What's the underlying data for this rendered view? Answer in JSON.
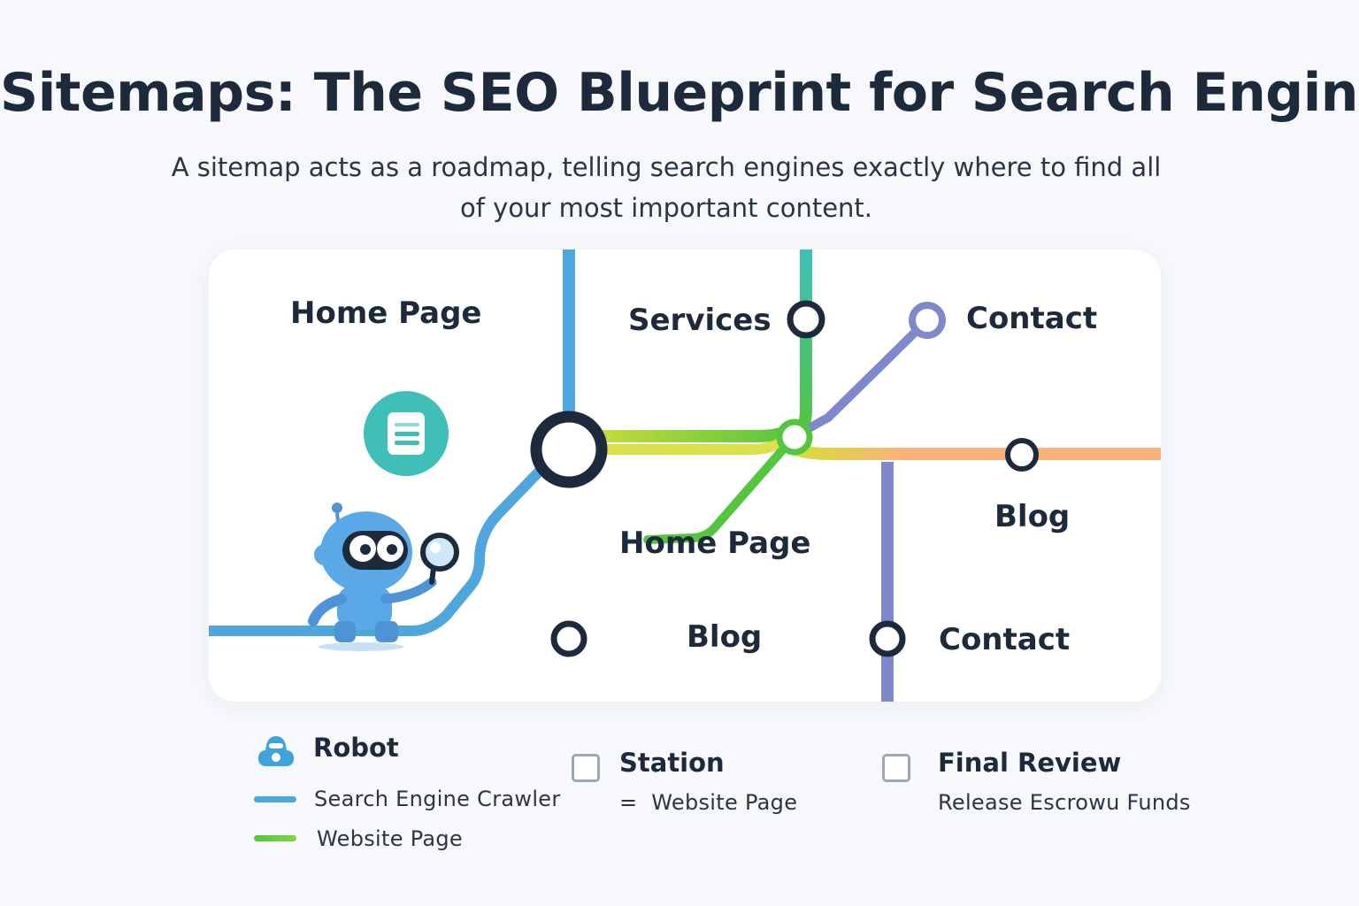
{
  "header": {
    "title": "Sitemaps: The SEO Blueprint for Search Engines",
    "subtitle": "A sitemap acts as a roadmap, telling search engines exactly where to find all of your most important content."
  },
  "map": {
    "labels": {
      "home_top": "Home Page",
      "services": "Services",
      "contact_top": "Contact",
      "home_mid": "Home Page",
      "blog_right": "Blog",
      "blog_bottom": "Blog",
      "contact_bottom": "Contact"
    },
    "icons": {
      "document": "document-icon",
      "robot": "robot-crawler-icon",
      "magnifier": "magnifying-glass-icon"
    },
    "line_colors": {
      "blue": "#4ea6dc",
      "teal": "#3fbfb7",
      "green": "#54c53f",
      "yellow": "#d6de3a",
      "orange": "#f9b27a",
      "purple": "#7e89cc",
      "station_ring": "#1c2a3b"
    }
  },
  "legend": {
    "robot": {
      "title": "Robot",
      "icon": "robot-head-icon"
    },
    "crawler": {
      "label": "Search Engine Crawler",
      "color": "#4ea6dc"
    },
    "website_page_line": {
      "label": "Website Page",
      "color": "#54c53f"
    },
    "station": {
      "title": "Station",
      "desc": "=  Website Page"
    },
    "final_review": {
      "title": "Final Review",
      "desc": "Release Escrowu Funds"
    }
  }
}
